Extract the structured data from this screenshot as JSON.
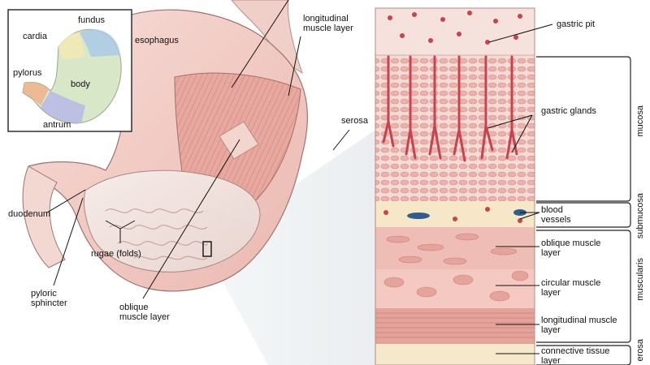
{
  "inset": {
    "labels": {
      "fundus": "fundus",
      "cardia": "cardia",
      "pylorus": "pylorus",
      "body": "body",
      "antrum": "antrum"
    }
  },
  "labels": {
    "esophagus": "esophagus",
    "longitudinal_muscle_layer": "longitudinal\nmuscle layer",
    "serosa": "serosa",
    "duodenum": "duodenum",
    "rugae": "rugae (folds)",
    "pyloric_sphincter": "pyloric\nsphincter",
    "oblique_muscle_layer": "oblique\nmuscle layer"
  },
  "section": {
    "gastric_pit": "gastric pit",
    "gastric_glands": "gastric glands",
    "blood_vessels": "blood\nvessels",
    "oblique_muscle_layer": "oblique muscle\nlayer",
    "circular_muscle_layer": "circular muscle\nlayer",
    "longitudinal_muscle_layer": "longitudinal muscle\nlayer",
    "connective_tissue_layer": "connective tissue\nlayer"
  },
  "brackets": {
    "mucosa": "mucosa",
    "submucosa": "submucosa",
    "muscularis": "muscularis",
    "serosa": "erosa"
  },
  "colors": {
    "tissue": "#f2c9c2",
    "muscle": "#e59f98",
    "lining": "#f3e4e0",
    "gland": "#c9424d",
    "submucosa": "#f5e7c8",
    "vessel": "#2f5e8c"
  }
}
